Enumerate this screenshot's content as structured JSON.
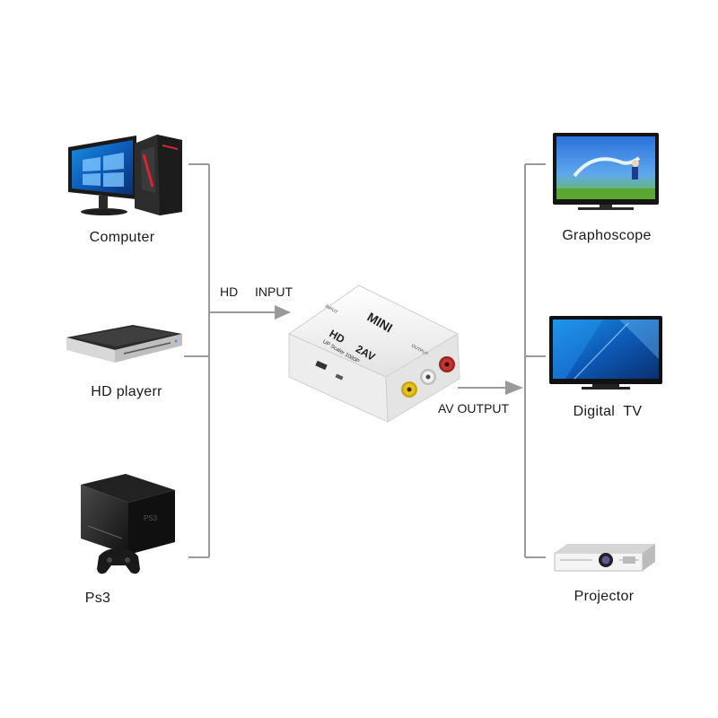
{
  "inputs": [
    {
      "id": "computer",
      "label": "Computer",
      "icon": "desktop-computer-icon"
    },
    {
      "id": "hd-player",
      "label": "HD playerr",
      "icon": "hd-player-icon"
    },
    {
      "id": "ps3",
      "label": "Ps3",
      "icon": "game-console-icon"
    }
  ],
  "outputs": [
    {
      "id": "graphoscope",
      "label": "Graphoscope",
      "icon": "television-icon"
    },
    {
      "id": "digital-tv",
      "label": "Digital  TV",
      "icon": "flat-tv-icon"
    },
    {
      "id": "projector",
      "label": "Projector",
      "icon": "projector-icon"
    }
  ],
  "connections": {
    "input_label_left": "HD",
    "input_label_right": "INPUT",
    "output_label": "AV OUTPUT"
  },
  "device": {
    "brand": "MINI",
    "model_left": "HD",
    "model_right": "2AV",
    "subtitle": "UP Scaler 1080P",
    "port_input": "INPUT",
    "port_output": "OUTPUT"
  },
  "colors": {
    "line": "#9a9a9a",
    "device_body": "#f4f4f4",
    "rca_red": "#c8332e",
    "rca_white": "#e8e8e8",
    "rca_yellow": "#e9c21e"
  }
}
